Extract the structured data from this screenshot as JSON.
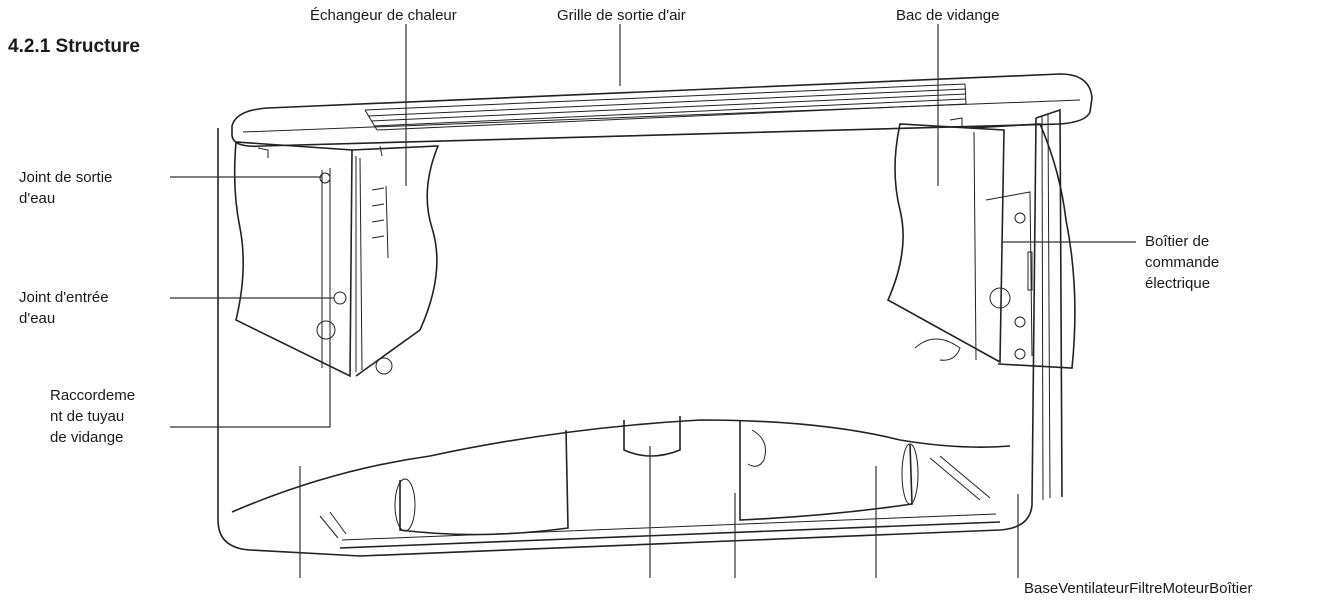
{
  "heading": "4.2.1 Structure",
  "labels": {
    "heat_exchanger": "Échangeur de chaleur",
    "air_outlet_grille": "Grille de sortie d'air",
    "drain_pan": "Bac de vidange",
    "water_outlet_joint": "Joint de sortie\nd'eau",
    "water_inlet_joint": "Joint  d'entrée\nd'eau",
    "drain_pipe_connection": "Raccordeme\nnt de tuyau\nde vidange",
    "electric_control_box": "Boîtier de\ncommande\nélectrique",
    "base": "Base",
    "fan": "Ventilateur",
    "filter": "Filtre",
    "motor": "Moteur",
    "casing": "Boîtier"
  }
}
